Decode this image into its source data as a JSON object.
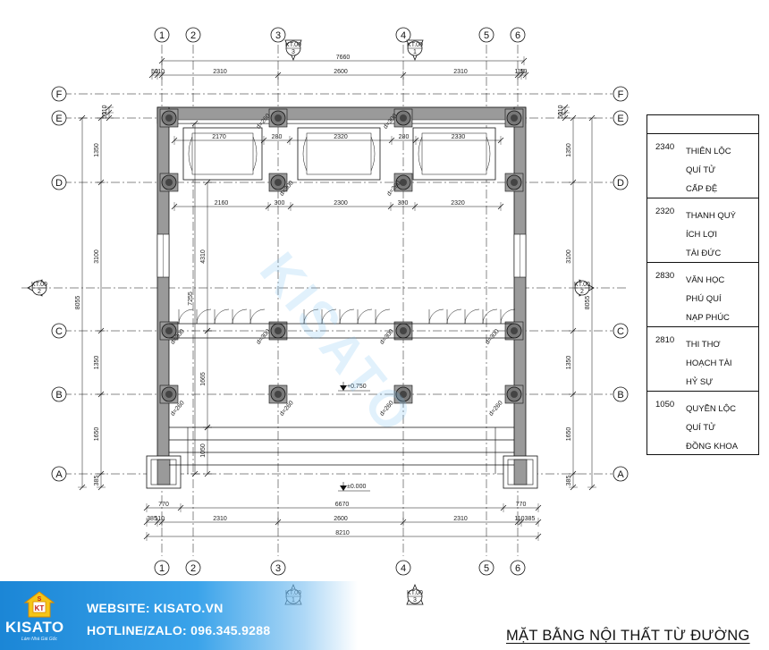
{
  "grid": {
    "columns": [
      "1",
      "2",
      "3",
      "4",
      "5",
      "6"
    ],
    "rows": [
      "F",
      "E",
      "D",
      "C",
      "B",
      "A"
    ]
  },
  "dimensions": {
    "top_overall": "7660",
    "top_segments": [
      "50",
      "110",
      "2310",
      "2600",
      "2310",
      "110",
      "50"
    ],
    "room_row1": [
      "2170",
      "280",
      "2320",
      "280",
      "2330"
    ],
    "room_row2": [
      "2160",
      "300",
      "2300",
      "300",
      "2320"
    ],
    "left_stack": [
      "1350",
      "3100",
      "1350",
      "1650",
      "385"
    ],
    "left_top_small": [
      "110",
      "50"
    ],
    "left_overall": "8055",
    "inner_left": [
      "4310",
      "7255",
      "1665",
      "1050"
    ],
    "right_stack": [
      "1350",
      "3100",
      "1350",
      "1650",
      "385"
    ],
    "right_overall": "8055",
    "right_top_small": [
      "110",
      "50"
    ],
    "bottom_row1": [
      "770",
      "6670",
      "770"
    ],
    "bottom_row2": [
      "385",
      "110",
      "2310",
      "2600",
      "2310",
      "110",
      "385"
    ],
    "bottom_overall": "8210",
    "col_tags": [
      "d=260",
      "d=300",
      "d=300",
      "d=260"
    ],
    "row_tags_c": [
      "d=300",
      "d=300",
      "d=300",
      "d=300"
    ],
    "row_tags_b": [
      "d=260",
      "d=260",
      "d=260",
      "d=260"
    ]
  },
  "levels": {
    "inner": "+0.750",
    "outer": "±0.000"
  },
  "section_tags": {
    "top_left": "KT.00",
    "top_left_num": "3",
    "top_right": "KT.00",
    "top_right_num": "1",
    "side": "KT.00",
    "side_num": "2",
    "bottom_left_num": "1",
    "bottom_right_num": "3"
  },
  "legend": [
    {
      "code": "2340",
      "lines": [
        "THIÊN LỘC",
        "QUÍ TỬ",
        "CẤP ĐỆ"
      ]
    },
    {
      "code": "2320",
      "lines": [
        "THANH QUÝ",
        "ÍCH LỢI",
        "TÀI ĐỨC"
      ]
    },
    {
      "code": "2830",
      "lines": [
        "VĂN HỌC",
        "PHÚ QUÍ",
        "NẠP PHÚC"
      ]
    },
    {
      "code": "2810",
      "lines": [
        "THI THƠ",
        "HOẠCH TÀI",
        "HỶ SỰ"
      ]
    },
    {
      "code": "1050",
      "lines": [
        "QUYỀN LỘC",
        "QUÍ TỬ",
        "ĐỒNG KHOA"
      ]
    }
  ],
  "brand": {
    "logo_letters": "KT",
    "logo_mark": "S",
    "logo_name": "KISATO",
    "slogan": "Làm Nhà Giá Gốc",
    "website": "WEBSITE: KISATO.VN",
    "hotline": "HOTLINE/ZALO: 096.345.9288",
    "watermark": "KISATO"
  },
  "title": "MẶT BẰNG NỘI THẤT TỪ ĐƯỜNG",
  "colors": {
    "brand_blue": "#1b86d6",
    "wall_gray": "#9a9a9a",
    "line": "#111111"
  }
}
